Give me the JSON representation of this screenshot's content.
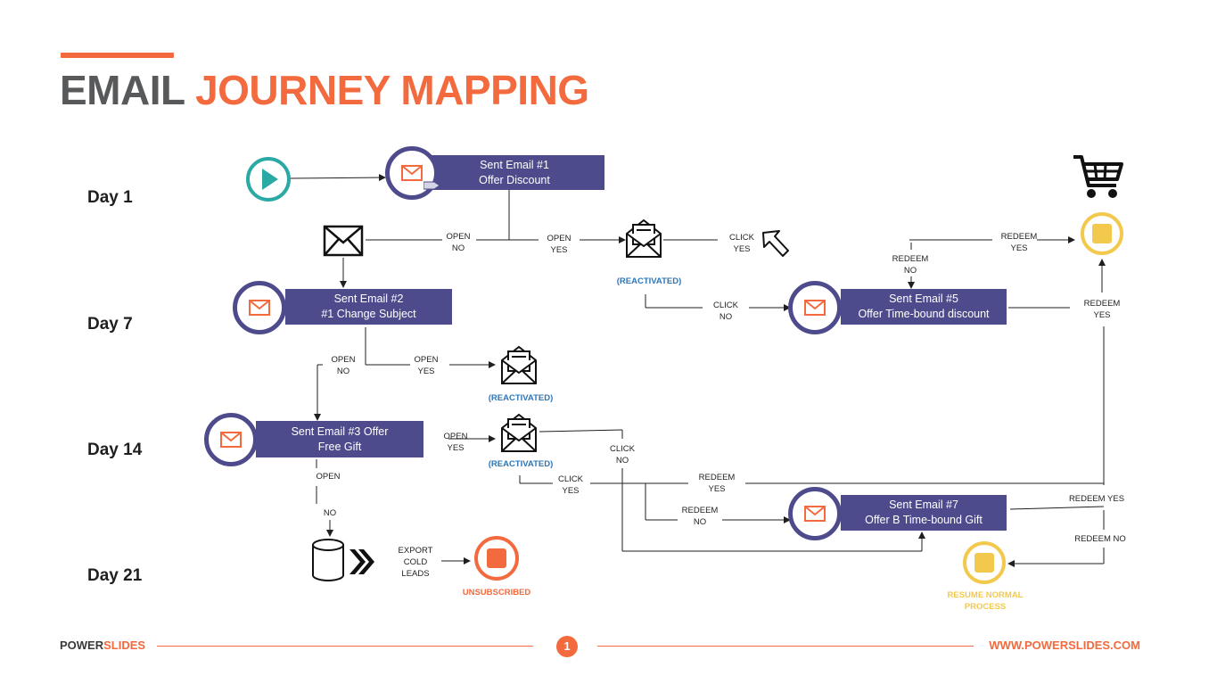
{
  "title": {
    "part1": "EMAIL",
    "part2": "JOURNEY MAPPING"
  },
  "days": [
    "Day 1",
    "Day 7",
    "Day 14",
    "Day 21"
  ],
  "emails": [
    {
      "line1": "Sent Email #1",
      "line2": "Offer Discount"
    },
    {
      "line1": "Sent Email #2",
      "line2": "#1 Change Subject"
    },
    {
      "line1": "Sent Email #3 Offer",
      "line2": "Free Gift"
    },
    {
      "line1": "Sent Email #5",
      "line2": "Offer Time-bound discount"
    },
    {
      "line1": "Sent Email #7",
      "line2": "Offer B Time-bound Gift"
    }
  ],
  "labels": {
    "open_no_1": [
      "OPEN",
      "NO"
    ],
    "open_yes_1": [
      "OPEN",
      "YES"
    ],
    "click_yes_1": [
      "CLICK",
      "YES"
    ],
    "redeem_yes_1": [
      "REDEEM",
      "YES"
    ],
    "redeem_no_1": [
      "REDEEM",
      "NO"
    ],
    "click_no_1": [
      "CLICK",
      "NO"
    ],
    "redeem_yes_2": [
      "REDEEM",
      "YES"
    ],
    "open_no_2": [
      "OPEN",
      "NO"
    ],
    "open_yes_2": [
      "OPEN",
      "YES"
    ],
    "open_yes_3": [
      "OPEN",
      "YES"
    ],
    "click_no_2": [
      "CLICK",
      "NO"
    ],
    "open_3": "OPEN",
    "no_3": "NO",
    "click_yes_2": [
      "CLICK",
      "YES"
    ],
    "redeem_yes_3": [
      "REDEEM",
      "YES"
    ],
    "redeem_no_2": [
      "REDEEM",
      "NO"
    ],
    "redeem_yes_4": "REDEEM YES",
    "redeem_no_3": "REDEEM NO",
    "export": [
      "EXPORT",
      "COLD",
      "LEADS"
    ]
  },
  "reactivated": "(REACTIVATED)",
  "unsubscribed": "UNSUBSCRIBED",
  "resume": [
    "RESUME NORMAL",
    "PROCESS"
  ],
  "footer": {
    "brand1": "POWER",
    "brand2": "SLIDES",
    "page": "1",
    "url": "WWW.POWERSLIDES.COM"
  },
  "colors": {
    "accent": "#f26a3d",
    "box": "#4d4b8c",
    "teal": "#2aa9a5",
    "yellow": "#f2c94c",
    "link": "#2e75b6"
  },
  "icons": [
    "play-icon",
    "email-icon",
    "envelope-icon",
    "open-envelope-icon",
    "cart-icon",
    "stop-icon",
    "database-icon",
    "chevrons-icon",
    "cursor-icon"
  ]
}
